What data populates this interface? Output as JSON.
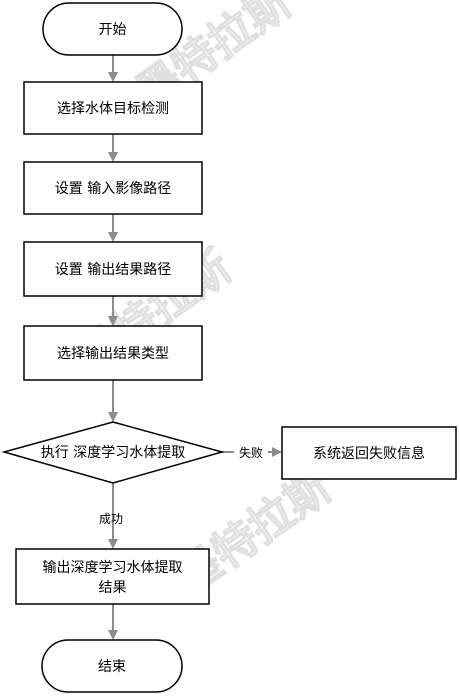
{
  "watermark_text": "墨特拉斯",
  "nodes": {
    "start": "开始",
    "select_detection": "选择水体目标检测",
    "set_input": "设置 输入影像路径",
    "set_output": "设置 输出结果路径",
    "select_type": "选择输出结果类型",
    "execute": "执行 深度学习水体提取",
    "error": "系统返回失败信息",
    "output_line1": "输出深度学习水体提取",
    "output_line2": "结果",
    "end": "结束"
  },
  "edges": {
    "fail_label": "失败",
    "success_label": "成功"
  },
  "colors": {
    "arrow": "#8c8c8c",
    "outline": "#000000",
    "fill": "#ffffff"
  }
}
